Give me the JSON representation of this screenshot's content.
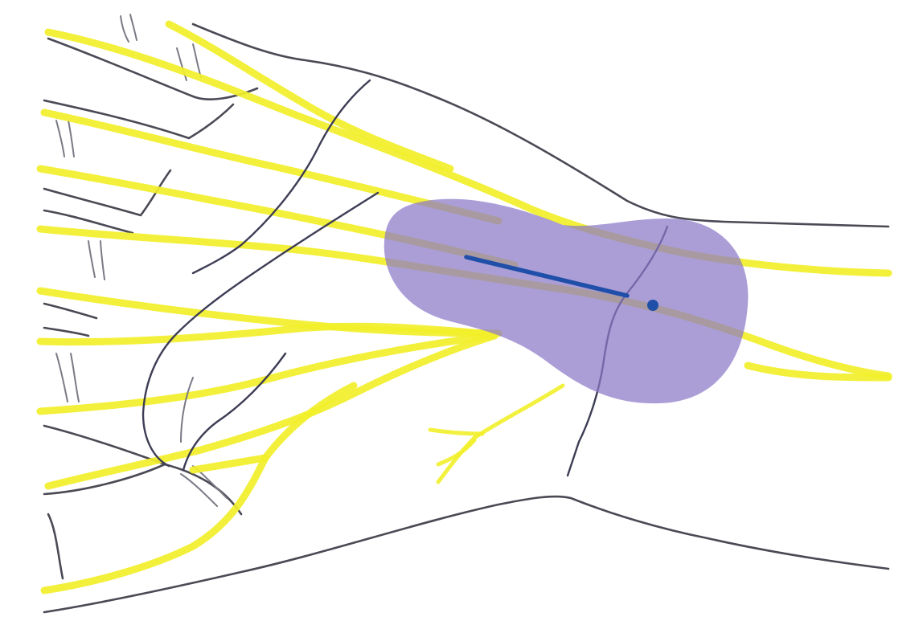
{
  "figure": {
    "colors": {
      "background": "#ffffff",
      "outline": "#4a4a55",
      "nerve": "#f2ef2a",
      "block_area": "#8a78c8",
      "needle": "#1f4fa8",
      "vein": "#3d3d55"
    },
    "icons": [
      "nerve-branch",
      "block-area",
      "needle-marker"
    ]
  }
}
